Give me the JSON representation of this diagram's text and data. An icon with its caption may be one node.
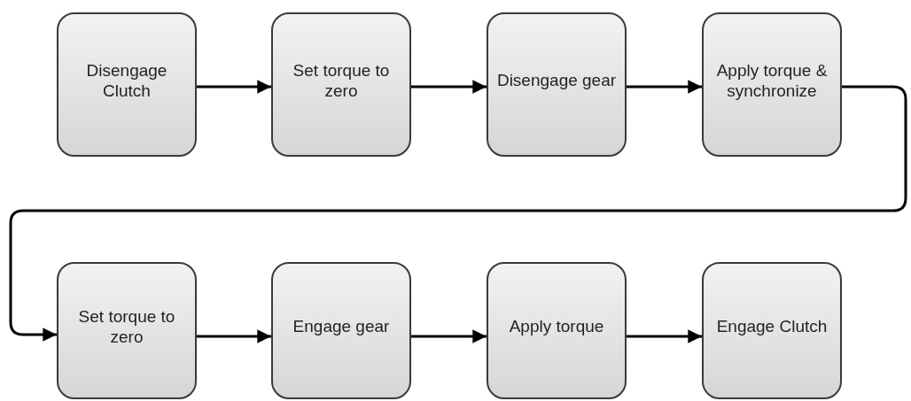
{
  "diagram": {
    "nodes": [
      {
        "text": [
          "Disengage Clutch"
        ]
      },
      {
        "text": [
          "Set torque to zero"
        ]
      },
      {
        "text": [
          "Disengage gear"
        ]
      },
      {
        "text": [
          "Apply torque & synchronize"
        ]
      },
      {
        "text": [
          "Set torque to zero"
        ]
      },
      {
        "text": [
          "Engage gear"
        ]
      },
      {
        "text": [
          "Apply torque"
        ]
      },
      {
        "text": [
          "Engage Clutch"
        ]
      }
    ],
    "edges": [
      {
        "from": 0,
        "to": 1,
        "arrow": "to"
      },
      {
        "from": 1,
        "to": 2,
        "arrow": "to"
      },
      {
        "from": 2,
        "to": 3,
        "arrow": "to"
      },
      {
        "from": 3,
        "to": 4,
        "arrow": "to"
      },
      {
        "from": 4,
        "to": 5,
        "arrow": "to"
      },
      {
        "from": 5,
        "to": 6,
        "arrow": "to"
      },
      {
        "from": 6,
        "to": 7,
        "arrow": "to"
      }
    ]
  }
}
